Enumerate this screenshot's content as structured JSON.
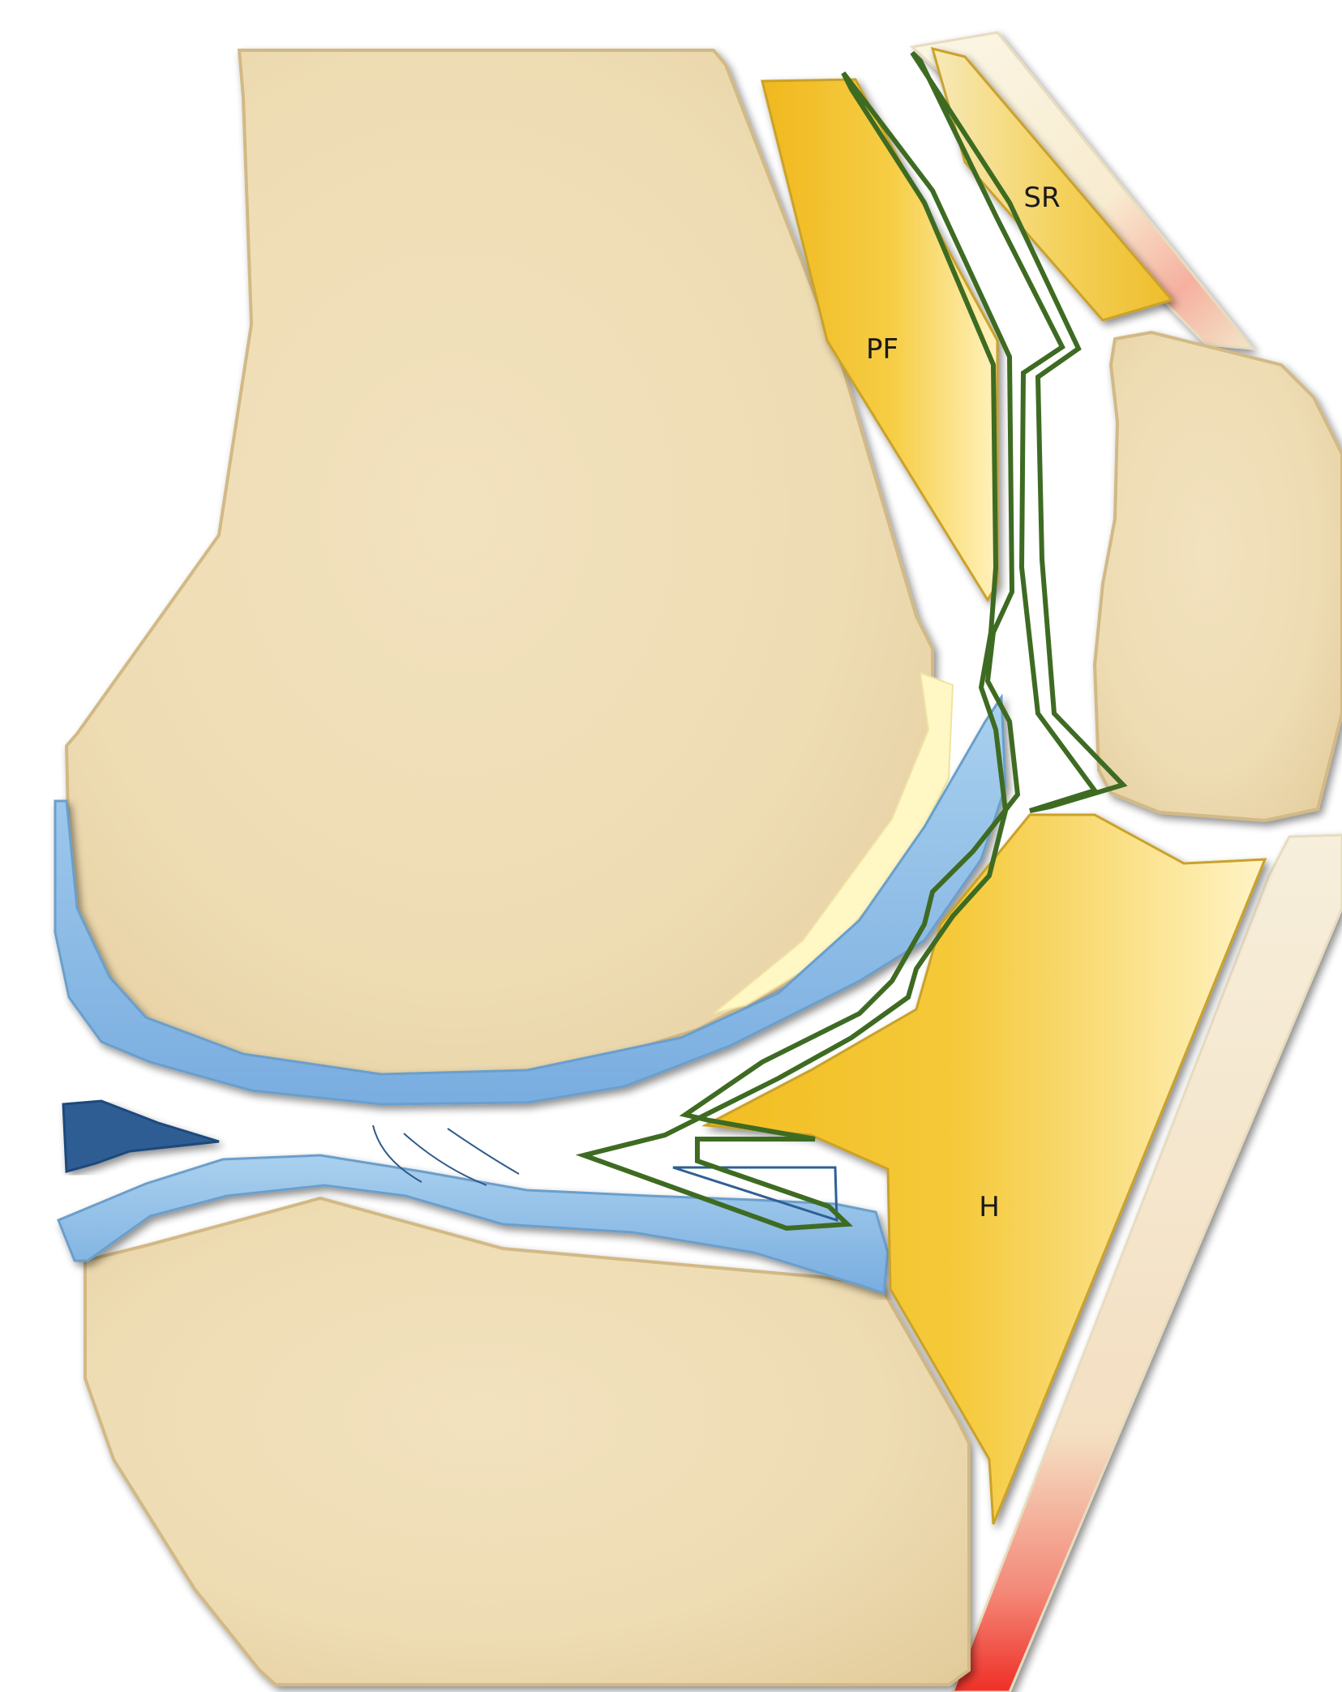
{
  "labels": {
    "pf": "PF",
    "sr": "SR",
    "h": "H"
  },
  "colors": {
    "bone_light": "#f3e4c1",
    "bone_dark": "#d9c08e",
    "bone_edge": "#c9b07a",
    "cartilage": "#8ec0e6",
    "cartilage_dark": "#5e97c9",
    "meniscus": "#2f5f95",
    "fat_pad": "#f3c22c",
    "fat_pad_light": "#fff1b5",
    "synovium_line": "#3e6b22",
    "skin_red": "#f25242",
    "skin_cream": "#f7f1dc"
  }
}
